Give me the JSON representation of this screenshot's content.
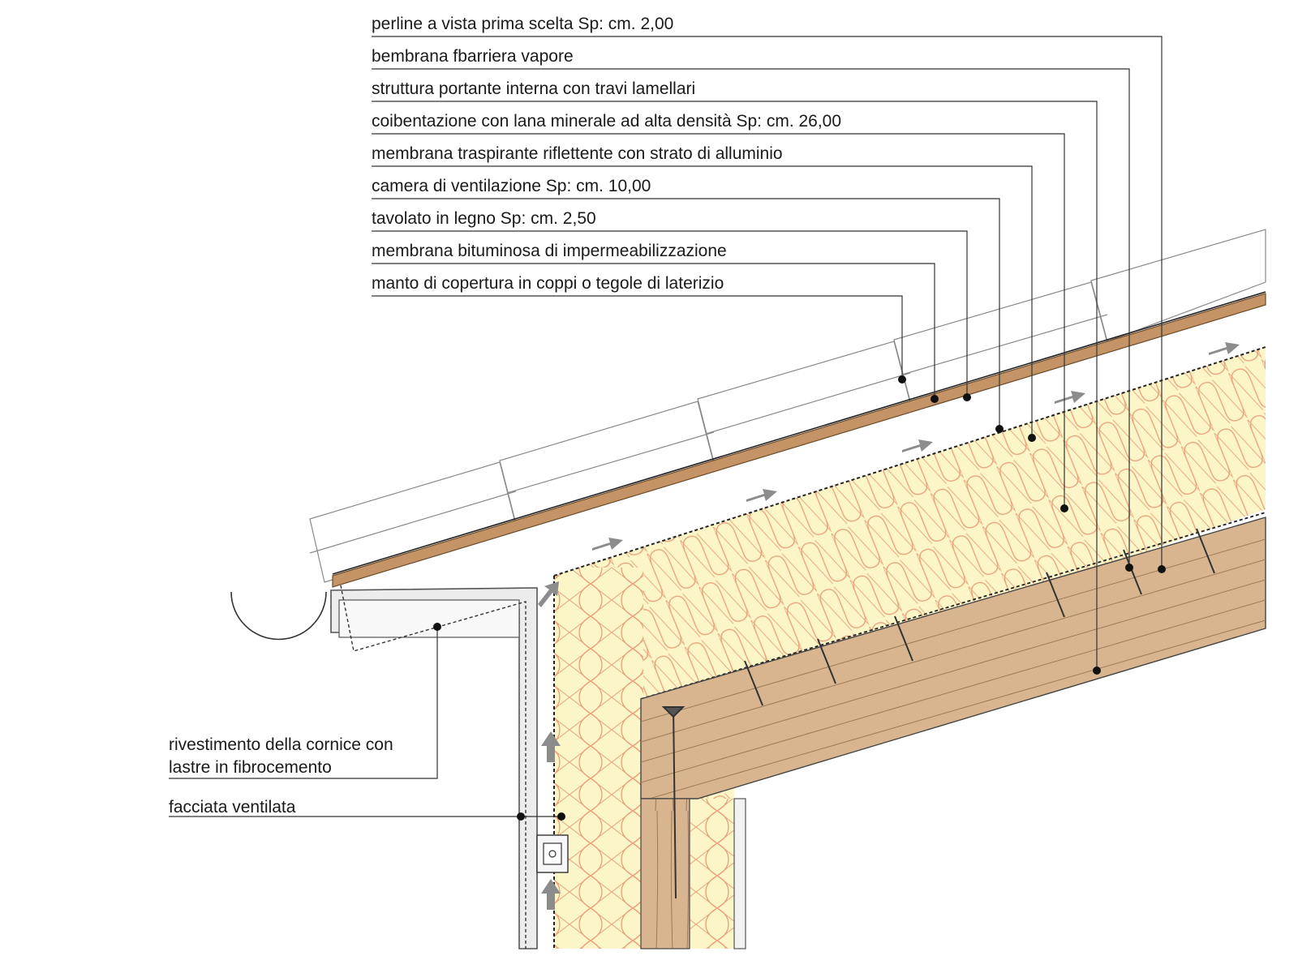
{
  "layer_labels": [
    "perline a vista prima scelta Sp: cm. 2,00",
    "bembrana fbarriera vapore",
    "struttura portante interna con travi lamellari",
    "coibentazione con lana minerale ad alta densità Sp: cm. 26,00",
    "membrana traspirante riflettente con strato di alluminio",
    "camera di ventilazione Sp: cm. 10,00",
    "tavolato in legno Sp: cm. 2,50",
    "membrana bituminosa di impermeabilizzazione",
    "manto di copertura in coppi o tegole di laterizio"
  ],
  "cornice_label": {
    "line1": "rivestimento della cornice con",
    "line2": "lastre in fibrocemento"
  },
  "facade_label": "facciata ventilata",
  "colors": {
    "insulation_fill": "#fbf5c7",
    "insulation_pattern": "#e8a07a",
    "timber_fill": "#d8b58e",
    "timber_grain": "#9c7a5a",
    "board_fill": "#c49466",
    "leader": "#333333",
    "arrow": "#8c8c8c"
  }
}
